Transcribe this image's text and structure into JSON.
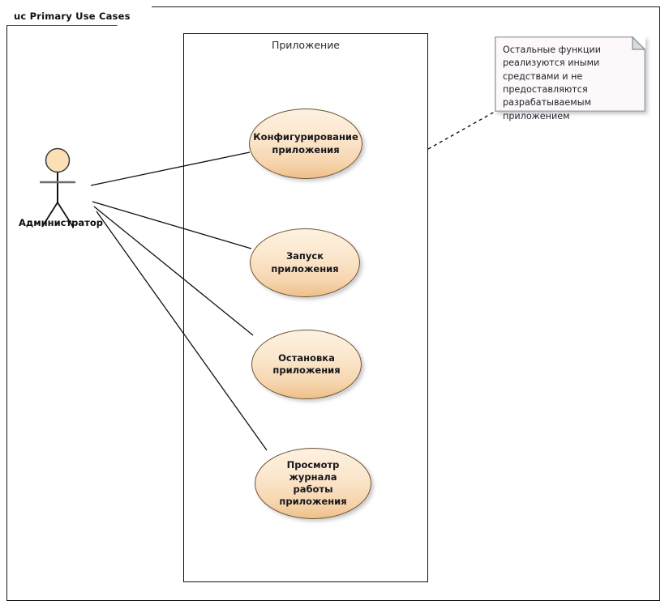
{
  "diagram": {
    "frame_label": "uc Primary Use Cases",
    "boundary_title": "Приложение",
    "actor": {
      "name": "Администратор",
      "icon": "stick-figure-actor-icon"
    },
    "note": {
      "text": "Остальные функции реализуются иными средствами и не предоставляются разрабатываемым приложением"
    },
    "use_cases": [
      {
        "label_line1": "Конфигурирование",
        "label_line2": "приложения"
      },
      {
        "label_line1": "Запуск приложения",
        "label_line2": ""
      },
      {
        "label_line1": "Остановка",
        "label_line2": "приложения"
      },
      {
        "label_line1": "Просмотр журнала",
        "label_line2": "работы приложения"
      }
    ]
  },
  "colors": {
    "usecase_fill_top": "#fdf1e0",
    "usecase_fill_bottom": "#eec08a",
    "usecase_stroke": "#6e5233",
    "note_fill": "#fdf9fa",
    "note_stroke": "#8a8a99",
    "actor_head_fill": "#fbdfb5",
    "frame_stroke": "#1a1a1a",
    "line_stroke": "#111111"
  }
}
